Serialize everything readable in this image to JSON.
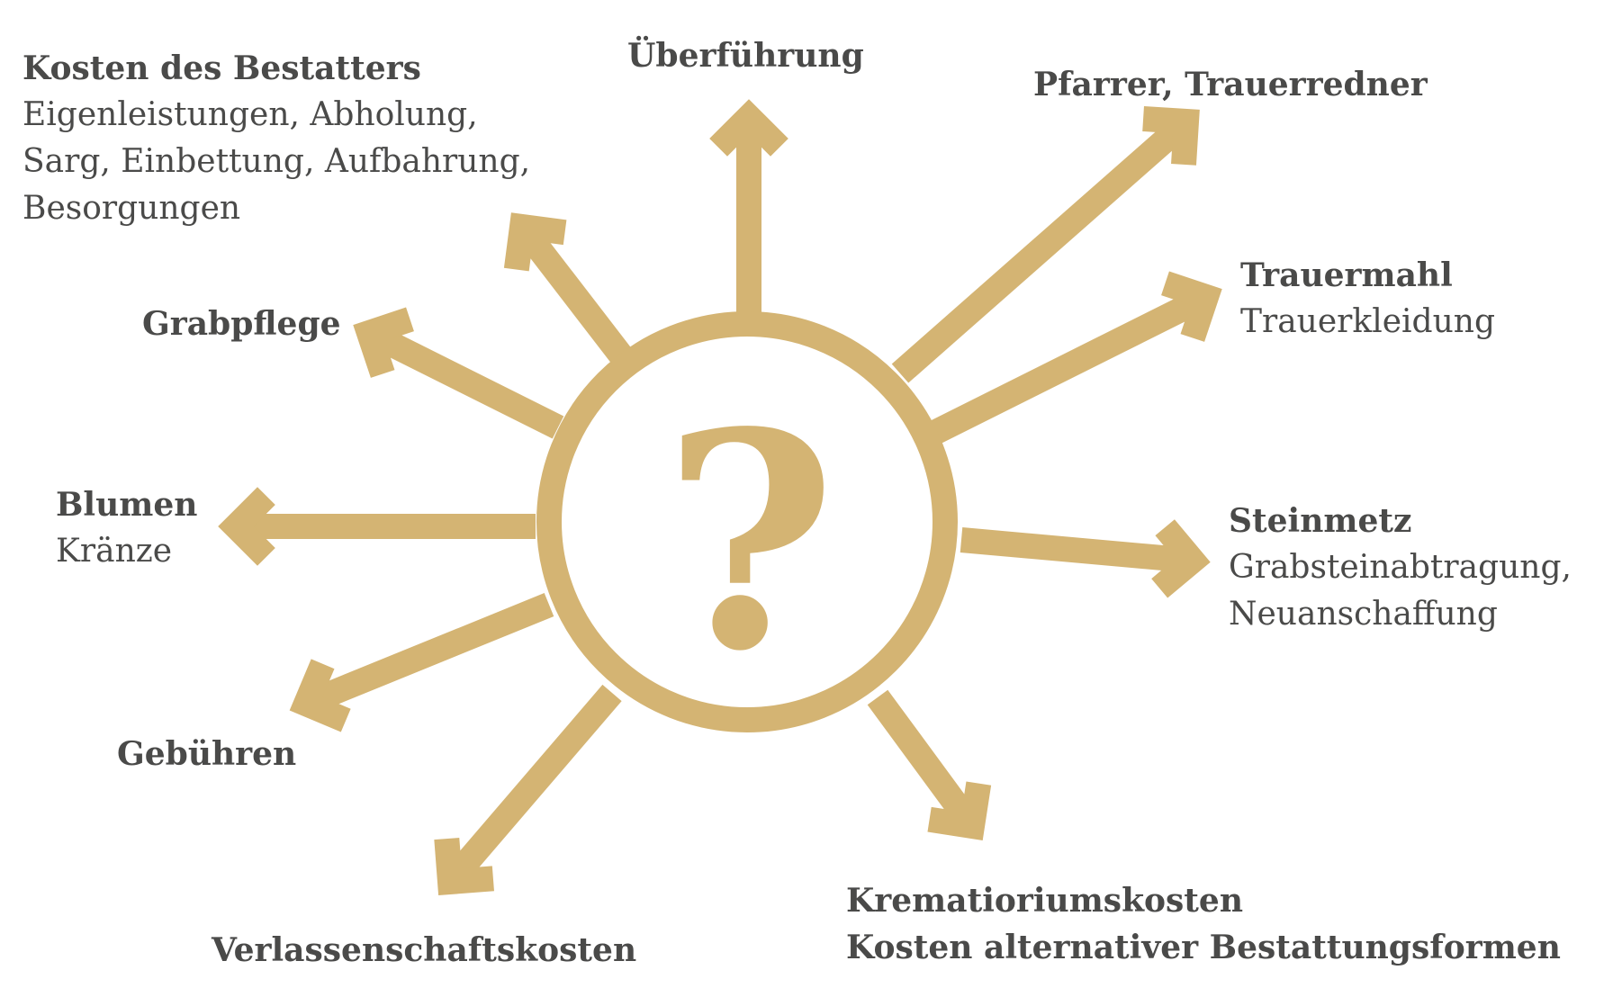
{
  "colors": {
    "gold": "#d4b473",
    "text": "#4a4a49",
    "background": "#ffffff"
  },
  "center": {
    "symbol": "?"
  },
  "labels": {
    "bestatter": {
      "title": "Kosten des Bestatters",
      "line1": "Eigenleistungen, Abholung,",
      "line2": "Sarg, Einbettung, Aufbahrung,",
      "line3": "Besorgungen"
    },
    "ueberfuehrung": {
      "title": "Überführung"
    },
    "pfarrer": {
      "title": "Pfarrer, Trauerredner"
    },
    "trauermahl": {
      "title": "Trauermahl",
      "line1": "Trauerkleidung"
    },
    "steinmetz": {
      "title": "Steinmetz",
      "line1": "Grabsteinabtragung,",
      "line2": "Neuanschaffung"
    },
    "krematorium": {
      "title": "Krematioriumskosten",
      "title2": "Kosten alternativer Bestattungsformen"
    },
    "verlassenschaft": {
      "title": "Verlassenschaftskosten"
    },
    "gebuehren": {
      "title": "Gebühren"
    },
    "blumen": {
      "title": "Blumen",
      "line1": "Kränze"
    },
    "grabpflege": {
      "title": "Grabpflege"
    }
  }
}
